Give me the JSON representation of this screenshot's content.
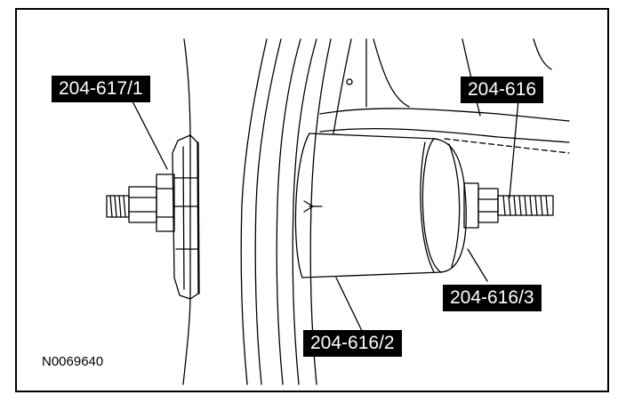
{
  "callouts": {
    "tool_204_617_1": "204-617/1",
    "tool_204_616": "204-616",
    "tool_204_616_3": "204-616/3",
    "tool_204_616_2": "204-616/2"
  },
  "figure_reference": "N0069640",
  "colors": {
    "ink": "#000000",
    "paper": "#ffffff"
  }
}
